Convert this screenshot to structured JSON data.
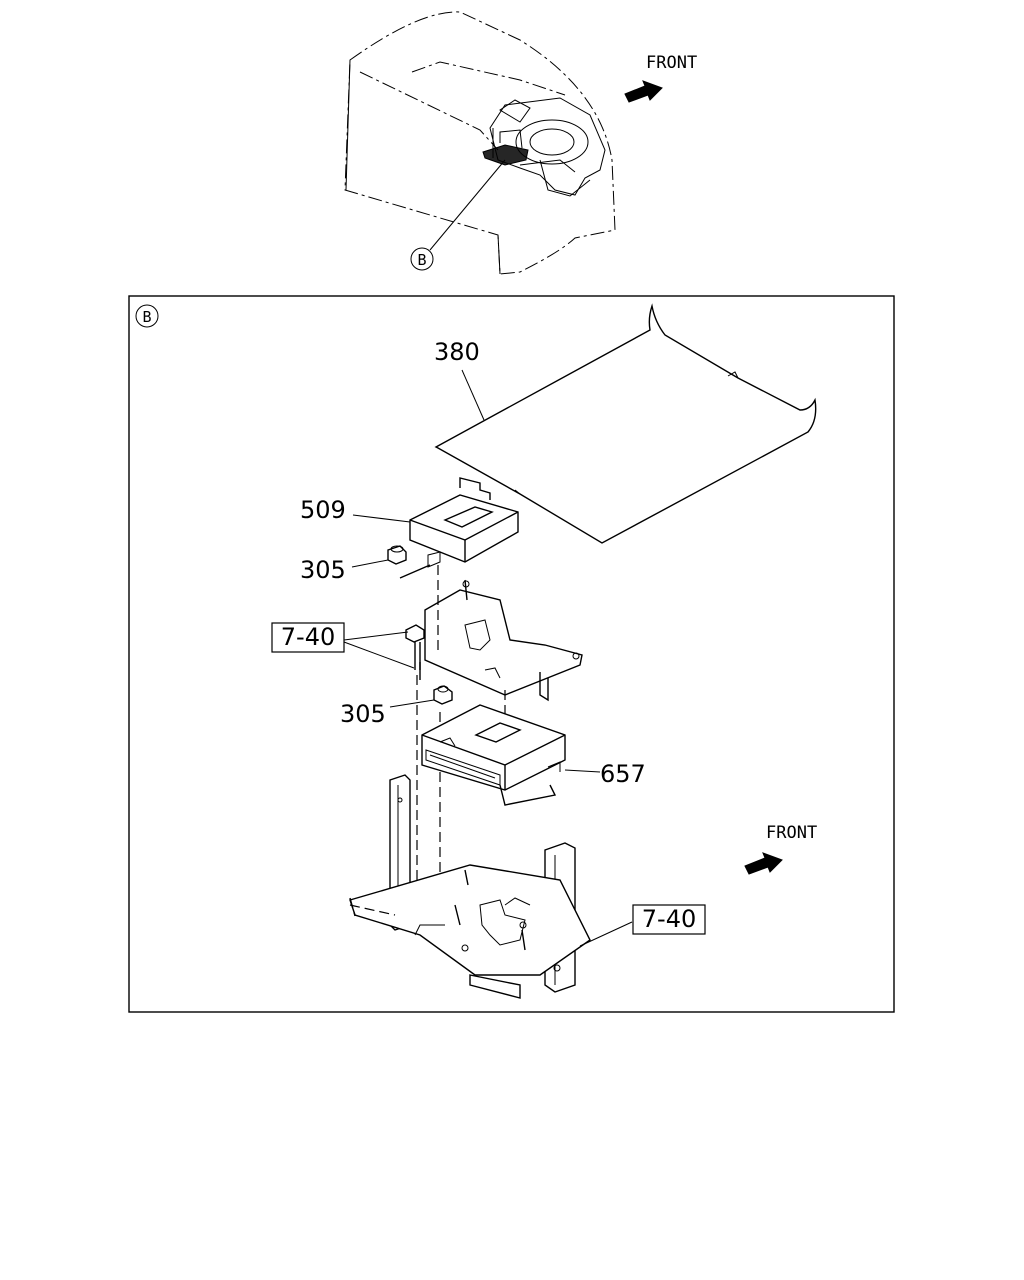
{
  "overview": {
    "front_label": "FRONT",
    "callout_label": "B"
  },
  "detail": {
    "view_label": "B",
    "front_label": "FRONT",
    "parts": {
      "p380": "380",
      "p509": "509",
      "p305_upper": "305",
      "p305_lower": "305",
      "p657": "657",
      "ref_740_upper": "7-40",
      "ref_740_lower": "7-40"
    }
  }
}
